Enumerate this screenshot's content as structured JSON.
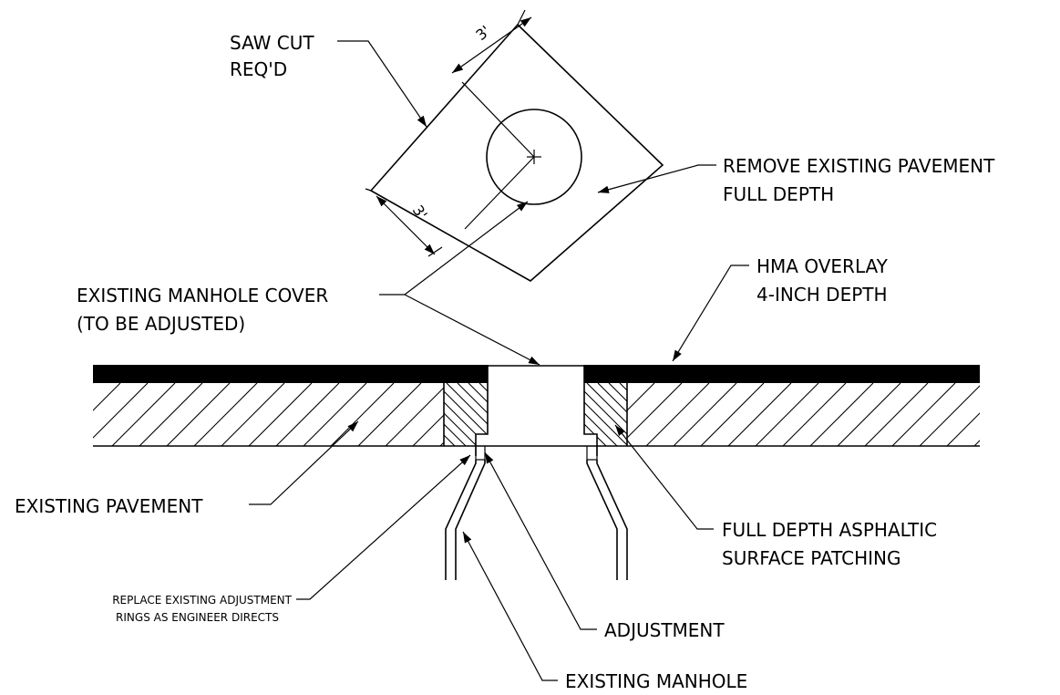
{
  "labels": {
    "saw_cut_1": "SAW CUT",
    "saw_cut_2": "REQ'D",
    "remove_1": "REMOVE EXISTING PAVEMENT",
    "remove_2": "FULL DEPTH",
    "hma_1": "HMA OVERLAY",
    "hma_2": "4-INCH DEPTH",
    "manhole_cover_1": "EXISTING MANHOLE COVER",
    "manhole_cover_2": "(TO BE ADJUSTED)",
    "existing_pavement": "EXISTING PAVEMENT",
    "patching_1": "FULL DEPTH ASPHALTIC",
    "patching_2": "SURFACE PATCHING",
    "replace_1": "REPLACE EXISTING ADJUSTMENT",
    "replace_2": "RINGS AS ENGINEER DIRECTS",
    "adjustment": "ADJUSTMENT",
    "existing_manhole": "EXISTING MANHOLE"
  },
  "dimensions": {
    "top": "3'",
    "bottom": "3'"
  },
  "colors": {
    "line": "#000000",
    "overlay": "#000000",
    "background": "#ffffff"
  }
}
